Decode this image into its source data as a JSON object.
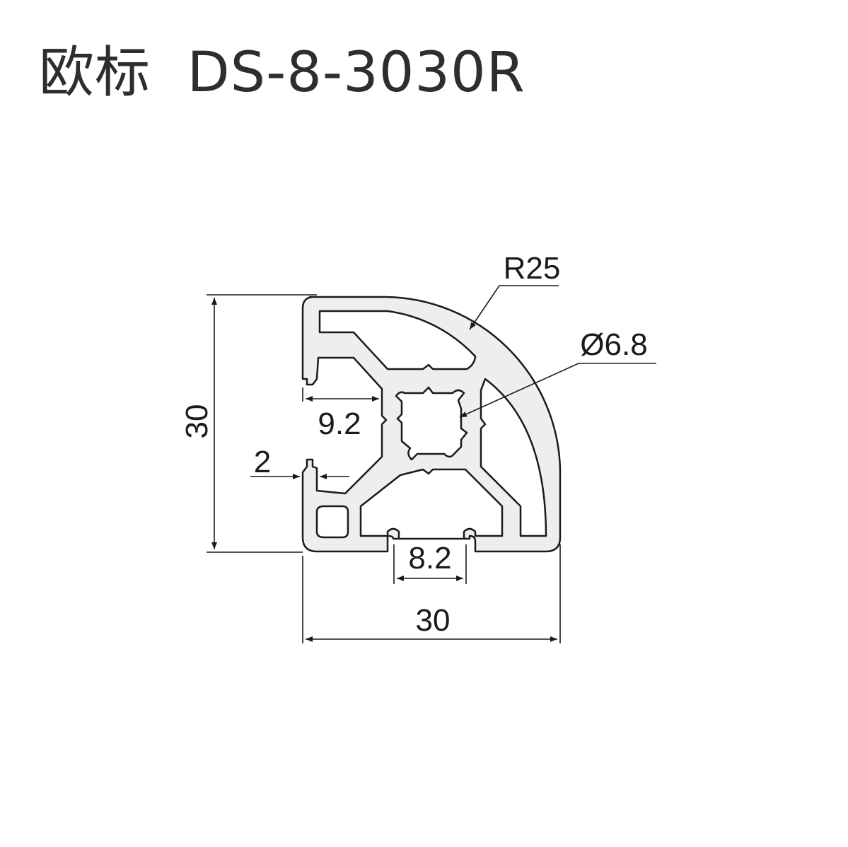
{
  "title": "欧标  DS-8-3030R",
  "colors": {
    "profile_fill": "#eeeeee",
    "profile_stroke": "#1a1a1a",
    "text": "#1a1a1a"
  },
  "dimensions": {
    "height": "30",
    "width": "30",
    "radius": "R25",
    "bore": "Ø6.8",
    "slot_depth": "9.2",
    "slot_width": "8.2",
    "wall": "2"
  }
}
